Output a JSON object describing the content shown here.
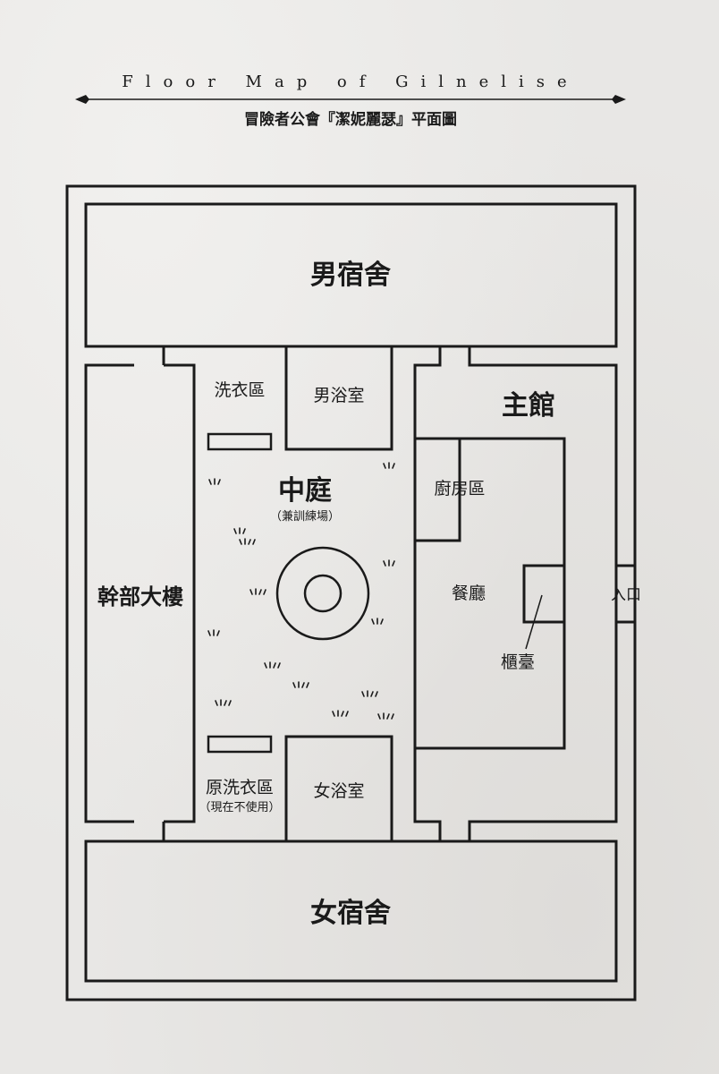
{
  "header": {
    "title_en": "Floor Map of Gilnelise",
    "title_zh": "冒險者公會『潔妮麗瑟』平面圖"
  },
  "rooms": {
    "male_dorm": "男宿舍",
    "female_dorm": "女宿舍",
    "executive_building": "幹部大樓",
    "laundry": "洗衣區",
    "male_bath": "男浴室",
    "courtyard": "中庭",
    "courtyard_note": "（兼訓練場）",
    "old_laundry": "原洗衣區",
    "old_laundry_note": "（現在不使用）",
    "female_bath": "女浴室",
    "main_hall": "主館",
    "kitchen": "廚房區",
    "dining": "餐廳",
    "counter": "櫃臺",
    "entrance": "入口"
  },
  "colors": {
    "ink": "#1a1a1a",
    "paper": "#e8e7e5"
  }
}
